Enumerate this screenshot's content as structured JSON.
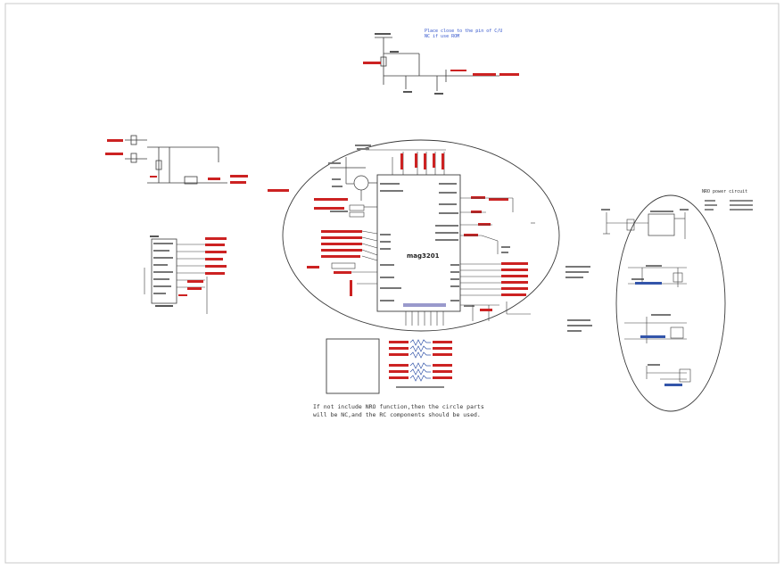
{
  "sheet": {
    "main_chip": "mag3201",
    "bottom_note": "If not include NRO function,then  the circle parts\nwill be NC,and the RC components should be used.",
    "top_note": [
      "Place close to the pin of C/U",
      "NC if use ROM"
    ],
    "right_note": "NRO power circuit",
    "colors": {
      "net_label": "#cc2222",
      "wire": "#3a3a3a",
      "note_blue": "#3355cc",
      "border": "#c8c8c8"
    }
  }
}
